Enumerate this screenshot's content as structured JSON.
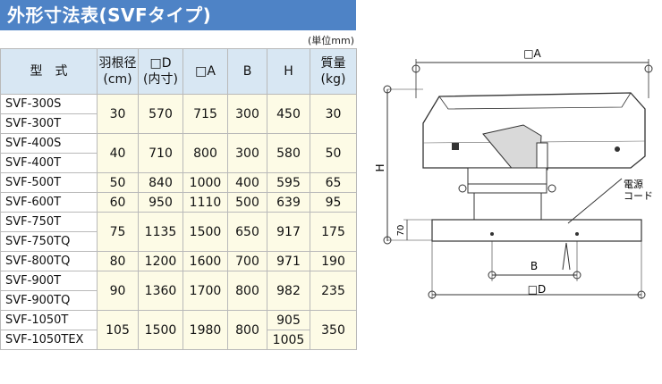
{
  "title": "外形寸法表(SVFタイプ)",
  "unit_note": "(単位mm)",
  "table": {
    "headers": [
      "型　式",
      "羽根径\n(cm)",
      "□D\n(内寸)",
      "□A",
      "B",
      "H",
      "質量\n(kg)"
    ],
    "groups": [
      {
        "models": [
          "SVF-300S",
          "SVF-300T"
        ],
        "blade": "30",
        "D": "570",
        "A": "715",
        "B": "300",
        "H": [
          "450"
        ],
        "mass": "30"
      },
      {
        "models": [
          "SVF-400S",
          "SVF-400T"
        ],
        "blade": "40",
        "D": "710",
        "A": "800",
        "B": "300",
        "H": [
          "580"
        ],
        "mass": "50"
      },
      {
        "models": [
          "SVF-500T"
        ],
        "blade": "50",
        "D": "840",
        "A": "1000",
        "B": "400",
        "H": [
          "595"
        ],
        "mass": "65"
      },
      {
        "models": [
          "SVF-600T"
        ],
        "blade": "60",
        "D": "950",
        "A": "1110",
        "B": "500",
        "H": [
          "639"
        ],
        "mass": "95"
      },
      {
        "models": [
          "SVF-750T",
          "SVF-750TQ"
        ],
        "blade": "75",
        "D": "1135",
        "A": "1500",
        "B": "650",
        "H": [
          "917"
        ],
        "mass": "175"
      },
      {
        "models": [
          "SVF-800TQ"
        ],
        "blade": "80",
        "D": "1200",
        "A": "1600",
        "B": "700",
        "H": [
          "971"
        ],
        "mass": "190"
      },
      {
        "models": [
          "SVF-900T",
          "SVF-900TQ"
        ],
        "blade": "90",
        "D": "1360",
        "A": "1700",
        "B": "800",
        "H": [
          "982"
        ],
        "mass": "235"
      },
      {
        "models": [
          "SVF-1050T",
          "SVF-1050TEX"
        ],
        "blade": "105",
        "D": "1500",
        "A": "1980",
        "B": "800",
        "H": [
          "905",
          "1005"
        ],
        "mass": "350"
      }
    ]
  },
  "drawing": {
    "label_A": "□A",
    "label_H": "H",
    "label_70": "70",
    "label_B": "B",
    "label_D": "□D",
    "cord_line1": "電源",
    "cord_line2": "コード"
  }
}
